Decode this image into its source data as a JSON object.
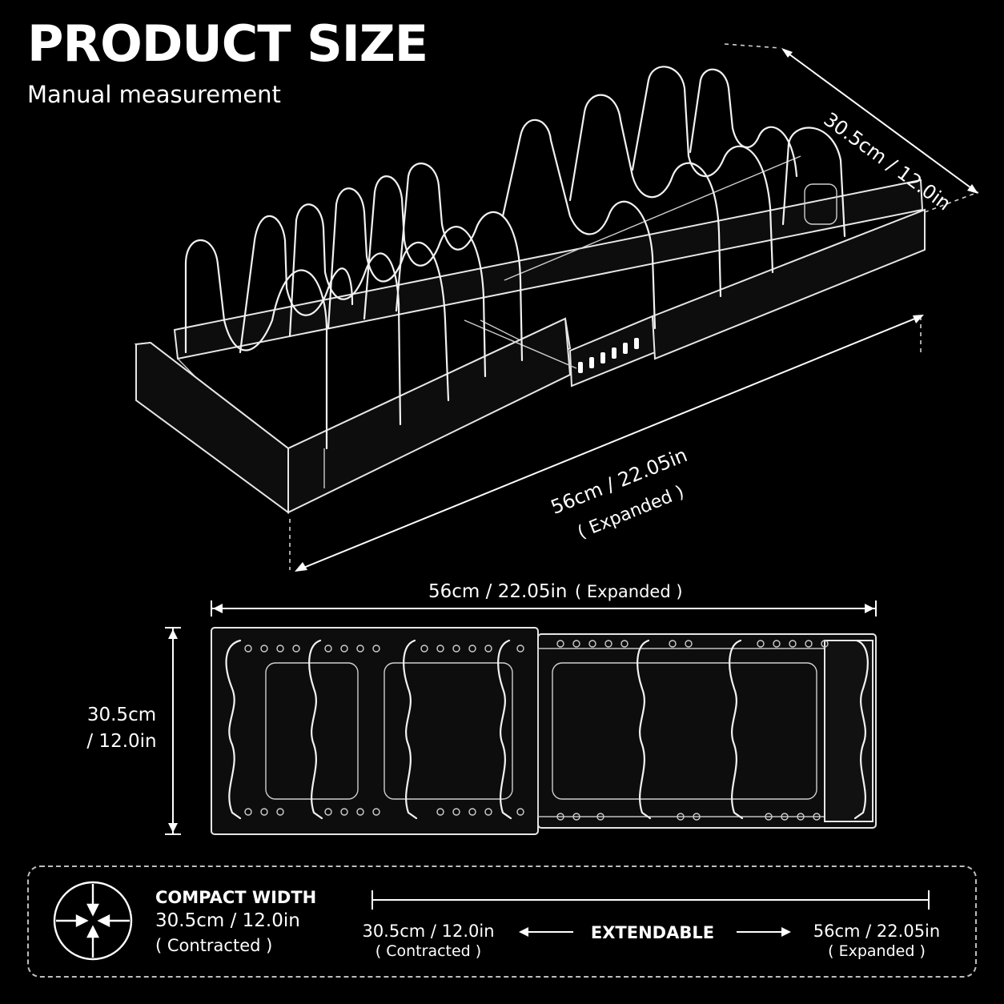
{
  "header": {
    "title": "PRODUCT SIZE",
    "subtitle": "Manual measurement"
  },
  "iso_view": {
    "depth_label": "30.5cm / 12.0in",
    "length_label": "56cm / 22.05in",
    "length_note": "( Expanded )"
  },
  "top_view": {
    "width_label": "56cm / 22.05in",
    "width_note": "( Expanded )",
    "depth_label_line1": "30.5cm",
    "depth_label_line2": "/ 12.0in"
  },
  "compact": {
    "heading": "COMPACT WIDTH",
    "size": "30.5cm / 12.0in",
    "note": "( Contracted )",
    "icon": "compress-arrows-icon"
  },
  "extendable": {
    "label": "EXTENDABLE",
    "min_size": "30.5cm / 12.0in",
    "min_note": "( Contracted )",
    "max_size": "56cm / 22.05in",
    "max_note": "( Expanded )"
  },
  "colors": {
    "background": "#000000",
    "foreground": "#ffffff"
  }
}
